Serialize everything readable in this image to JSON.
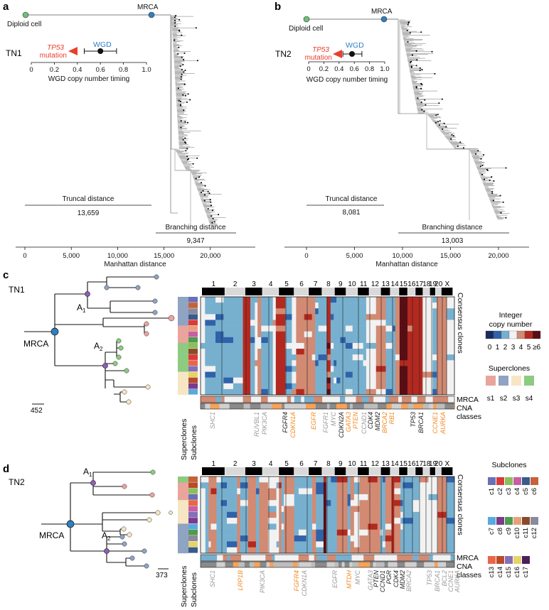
{
  "panels": {
    "a": {
      "letter": "a",
      "tumour": "TN1",
      "root_label": "Diploid cell",
      "mrca_label": "MRCA",
      "mutation_gene": "TP53",
      "mutation_word": "mutation",
      "wgd_label": "WGD",
      "timing_axis_title": "WGD copy number timing",
      "timing_ticks": [
        "0",
        "0.2",
        "0.4",
        "0.6",
        "0.8",
        "1.0"
      ],
      "wgd_estimate": 0.6,
      "wgd_interval": [
        0.46,
        0.74
      ],
      "truncal_label": "Truncal distance",
      "truncal_value": "13,659",
      "branching_label": "Branching distance",
      "branching_value": "9,347",
      "x_ticks": [
        "0",
        "5,000",
        "10,000",
        "15,000",
        "20,000"
      ],
      "x_title": "Manhattan distance"
    },
    "b": {
      "letter": "b",
      "tumour": "TN2",
      "root_label": "Diploid cell",
      "mrca_label": "MRCA",
      "mutation_gene": "TP53",
      "mutation_word": "mutation",
      "wgd_label": "WGD",
      "timing_axis_title": "WGD copy number timing",
      "timing_ticks": [
        "0",
        "0.2",
        "0.4",
        "0.6",
        "0.8",
        "1.0"
      ],
      "wgd_estimate": 0.57,
      "wgd_interval": [
        0.45,
        0.7
      ],
      "truncal_label": "Truncal distance",
      "truncal_value": "8,081",
      "branching_label": "Branching distance",
      "branching_value": "13,003",
      "x_ticks": [
        "0",
        "5,000",
        "10,000",
        "15,000",
        "20,000"
      ],
      "x_title": "Manhattan distance"
    },
    "c": {
      "letter": "c",
      "tumour": "TN1",
      "mrca_label": "MRCA",
      "node_a1": "A",
      "node_a1_sub": "1",
      "node_a2": "A",
      "node_a2_sub": "2",
      "scale_value": "452",
      "col_superclones": "Superclones",
      "col_subclones": "Subclones",
      "row_consensus": "Consensus clones",
      "row_mrca": "MRCA",
      "row_cna_1": "CNA",
      "row_cna_2": "classes",
      "chromosomes": [
        "1",
        "2",
        "3",
        "4",
        "5",
        "6",
        "7",
        "8",
        "9",
        "10",
        "11",
        "12",
        "13",
        "14",
        "15",
        "16",
        "17",
        "18",
        "19",
        "20",
        "X"
      ],
      "genes": [
        {
          "name": "SHC1",
          "color": "grey"
        },
        {
          "name": "RUVBL1",
          "color": "grey"
        },
        {
          "name": "PIK3CA",
          "color": "grey"
        },
        {
          "name": "FGFR4",
          "color": "dark"
        },
        {
          "name": "CDKN1A",
          "color": "orange"
        },
        {
          "name": "EGFR",
          "color": "orange"
        },
        {
          "name": "FGFR1",
          "color": "grey"
        },
        {
          "name": "MYC",
          "color": "grey"
        },
        {
          "name": "CDKN2A",
          "color": "dark"
        },
        {
          "name": "GATA3",
          "color": "orange"
        },
        {
          "name": "PTEN",
          "color": "orange"
        },
        {
          "name": "CCND1",
          "color": "grey"
        },
        {
          "name": "CDK4",
          "color": "dark"
        },
        {
          "name": "MDM2",
          "color": "dark"
        },
        {
          "name": "BRCA2",
          "color": "orange"
        },
        {
          "name": "RB1",
          "color": "orange"
        },
        {
          "name": "TP53",
          "color": "dark"
        },
        {
          "name": "BRCA1",
          "color": "dark"
        },
        {
          "name": "CCNE1",
          "color": "orange"
        },
        {
          "name": "AURKA",
          "color": "orange"
        }
      ]
    },
    "d": {
      "letter": "d",
      "tumour": "TN2",
      "mrca_label": "MRCA",
      "node_a1": "A",
      "node_a1_sub": "1",
      "node_a2": "A",
      "node_a2_sub": "2",
      "scale_value": "373",
      "col_superclones": "Superclones",
      "col_subclones": "Subclones",
      "row_consensus": "Consensus clones",
      "row_mrca": "MRCA",
      "row_cna_1": "CNA",
      "row_cna_2": "classes",
      "chromosomes": [
        "1",
        "2",
        "3",
        "4",
        "5",
        "6",
        "7",
        "8",
        "9",
        "10",
        "11",
        "12",
        "13",
        "14",
        "15",
        "16",
        "17",
        "18",
        "19",
        "20",
        "X"
      ],
      "genes": [
        {
          "name": "SHC1",
          "color": "grey"
        },
        {
          "name": "LRP1B",
          "color": "orange"
        },
        {
          "name": "PIK3CA",
          "color": "grey"
        },
        {
          "name": "FGFR4",
          "color": "orange"
        },
        {
          "name": "CDKN1A",
          "color": "grey"
        },
        {
          "name": "EGFR",
          "color": "grey"
        },
        {
          "name": "MTDH",
          "color": "orange"
        },
        {
          "name": "MYC",
          "color": "grey"
        },
        {
          "name": "GATA3",
          "color": "grey"
        },
        {
          "name": "PTEN",
          "color": "dark"
        },
        {
          "name": "CCND1",
          "color": "dark"
        },
        {
          "name": "PGR",
          "color": "dark"
        },
        {
          "name": "CDK4",
          "color": "dark"
        },
        {
          "name": "MDM2",
          "color": "dark"
        },
        {
          "name": "BRCA2",
          "color": "grey"
        },
        {
          "name": "TP53",
          "color": "grey"
        },
        {
          "name": "BRCA1",
          "color": "grey"
        },
        {
          "name": "BCL2",
          "color": "grey"
        },
        {
          "name": "CCNE1",
          "color": "grey"
        },
        {
          "name": "AURKA",
          "color": "grey"
        }
      ]
    }
  },
  "legend": {
    "copy_number_title_1": "Integer",
    "copy_number_title_2": "copy number",
    "copy_number_labels": [
      "0",
      "1",
      "2",
      "3",
      "4",
      "5",
      "≥6"
    ],
    "copy_number_colors": [
      "#1a2a5e",
      "#2f62a8",
      "#77b0cf",
      "#f2f2f2",
      "#d28a72",
      "#b3291f",
      "#5a0d14"
    ],
    "superclones_title": "Superclones",
    "superclones": [
      {
        "label": "s1",
        "color": "#e9a59c"
      },
      {
        "label": "s2",
        "color": "#8fa3c2"
      },
      {
        "label": "s3",
        "color": "#f6e6c3"
      },
      {
        "label": "s4",
        "color": "#8ccb80"
      }
    ],
    "subclones_title": "Subclones",
    "subclones": [
      {
        "label": "c1",
        "color": "#6b6fb5"
      },
      {
        "label": "c2",
        "color": "#d93a3a"
      },
      {
        "label": "c3",
        "color": "#8bbf5a"
      },
      {
        "label": "c4",
        "color": "#c75fa4"
      },
      {
        "label": "c5",
        "color": "#3a5a8a"
      },
      {
        "label": "c6",
        "color": "#c4623a"
      },
      {
        "label": "c7",
        "color": "#5aa9dd"
      },
      {
        "label": "c8",
        "color": "#7b3a8c"
      },
      {
        "label": "c9",
        "color": "#4f9b4f"
      },
      {
        "label": "c10",
        "color": "#e8a07a"
      },
      {
        "label": "c11",
        "color": "#8a4a2a"
      },
      {
        "label": "c12",
        "color": "#8a8a9c"
      },
      {
        "label": "c13",
        "color": "#e8674a"
      },
      {
        "label": "c14",
        "color": "#b84a2a"
      },
      {
        "label": "c15",
        "color": "#8470b8"
      },
      {
        "label": "c16",
        "color": "#e6d36a"
      },
      {
        "label": "c17",
        "color": "#4a1f5c"
      }
    ]
  }
}
